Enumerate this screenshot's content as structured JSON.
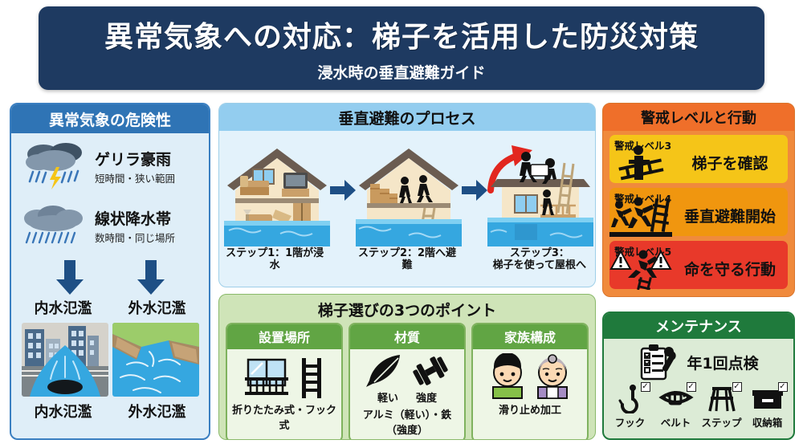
{
  "header": {
    "title": "異常気象への対応：梯子を活用した防災対策",
    "subtitle": "浸水時の垂直避難ガイド",
    "bg_color": "#1e3a61"
  },
  "hazard_panel": {
    "title": "異常気象の危険性",
    "accent_color": "#2f74b5",
    "hazards": [
      {
        "icon": "storm-cloud-lightning-icon",
        "name": "ゲリラ豪雨",
        "note": "短時間・狭い範囲"
      },
      {
        "icon": "rain-cloud-band-icon",
        "name": "線状降水帯",
        "note": "数時間・同じ場所"
      }
    ],
    "flood_types": [
      {
        "label": "内水氾濫",
        "caption": "内水氾濫",
        "icon": "urban-drain-overflow-icon"
      },
      {
        "label": "外水氾濫",
        "caption": "外水氾濫",
        "icon": "river-levee-breach-icon"
      }
    ]
  },
  "process_panel": {
    "title": "垂直避難のプロセス",
    "accent_color": "#93cdef",
    "steps": [
      {
        "label": "ステップ1：1階が浸水",
        "icon": "house-first-floor-flooded-icon"
      },
      {
        "label": "ステップ2：2階へ避難",
        "icon": "house-people-upstairs-icon"
      },
      {
        "label": "ステップ3：\n梯子を使って屋根へ",
        "line1": "ステップ3：",
        "line2": "梯子を使って屋根へ",
        "icon": "house-ladder-to-roof-icon"
      }
    ]
  },
  "points_panel": {
    "title": "梯子選びの3つのポイント",
    "accent_color": "#61a544",
    "cards": [
      {
        "title": "設置場所",
        "icons": [
          "balcony-window-icon",
          "ladder-icon"
        ],
        "caption": "折りたたみ式・フック式"
      },
      {
        "title": "材質",
        "icons": [
          "feather-icon",
          "dumbbell-icon"
        ],
        "sub_labels": [
          "軽い",
          "強度"
        ],
        "caption": "アルミ（軽い）・鉄（強度）"
      },
      {
        "title": "家族構成",
        "icons": [
          "child-icon",
          "elderly-icon"
        ],
        "caption": "滑り止め加工"
      }
    ]
  },
  "warning_panel": {
    "title": "警戒レベルと行動",
    "accent_color": "#ef6f2a",
    "levels": [
      {
        "level_label": "警戒レベル3",
        "action": "梯子を確認",
        "color": "#f5c518",
        "icon": "person-checking-ladder-icon"
      },
      {
        "level_label": "警戒レベル4",
        "action": "垂直避難開始",
        "color": "#f0960f",
        "icon": "people-running-ladder-icon"
      },
      {
        "level_label": "警戒レベル5",
        "action": "命を守る行動",
        "color": "#e8392a",
        "icon": "warning-triangle-person-icon"
      }
    ]
  },
  "maintenance_panel": {
    "title": "メンテナンス",
    "accent_color": "#1f7a3c",
    "inspection_label": "年1回点検",
    "inspection_icon": "clipboard-wrench-icon",
    "items": [
      {
        "label": "フック",
        "icon": "hook-icon",
        "checked": "✓"
      },
      {
        "label": "ベルト",
        "icon": "belt-icon",
        "checked": "✓"
      },
      {
        "label": "ステップ",
        "icon": "step-stool-icon",
        "checked": "✓"
      },
      {
        "label": "収納箱",
        "icon": "storage-box-icon",
        "checked": "✓"
      }
    ]
  }
}
